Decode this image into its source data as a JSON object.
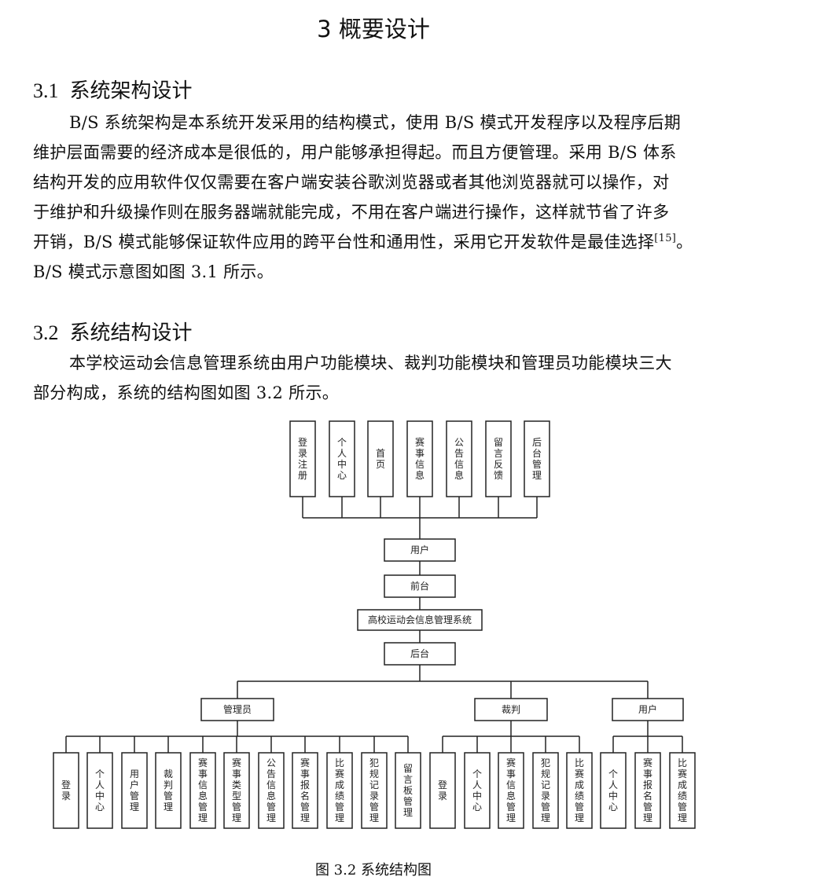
{
  "chapter_title": "3  概要设计",
  "section1": {
    "number": "3.1",
    "title": "系统架构设计",
    "lines": [
      "B/S 系统架构是本系统开发采用的结构模式，使用 B/S 模式开发程序以及程序后期",
      "维护层面需要的经济成本是很低的，用户能够承担得起。而且方便管理。采用 B/S 体系",
      "结构开发的应用软件仅仅需要在客户端安装谷歌浏览器或者其他浏览器就可以操作，对",
      "于维护和升级操作则在服务器端就能完成，不用在客户端进行操作，这样就节省了许多",
      "开销，B/S 模式能够保证软件应用的跨平台性和通用性，采用它开发软件是最佳选择",
      "B/S 模式示意图如图 3.1 所示。"
    ],
    "citation": "[15]",
    "line5_end": "。"
  },
  "section2": {
    "number": "3.2",
    "title": "系统结构设计",
    "lines": [
      "本学校运动会信息管理系统由用户功能模块、裁判功能模块和管理员功能模块三大",
      "部分构成，系统的结构图如图 3.2 所示。"
    ]
  },
  "diagram": {
    "top_modules": [
      "登录注册",
      "个人中心",
      "首页",
      "赛事信息",
      "公告信息",
      "留言反馈",
      "后台管理"
    ],
    "chain": [
      "用户",
      "前台",
      "高校运动会信息管理系统",
      "后台"
    ],
    "roles": [
      {
        "name": "管理员",
        "modules": [
          "登录",
          "个人中心",
          "用户管理",
          "裁判管理",
          "赛事信息管理",
          "赛事类型管理",
          "公告信息管理",
          "赛事报名管理",
          "比赛成绩管理",
          "犯规记录管理",
          "留言板管理"
        ]
      },
      {
        "name": "裁判",
        "modules": [
          "登录",
          "个人中心",
          "赛事信息管理",
          "犯规记录管理",
          "比赛成绩管理"
        ]
      },
      {
        "name": "用户",
        "modules": [
          "个人中心",
          "赛事报名管理",
          "比赛成绩管理"
        ]
      }
    ]
  },
  "caption": "图 3.2 系统结构图"
}
